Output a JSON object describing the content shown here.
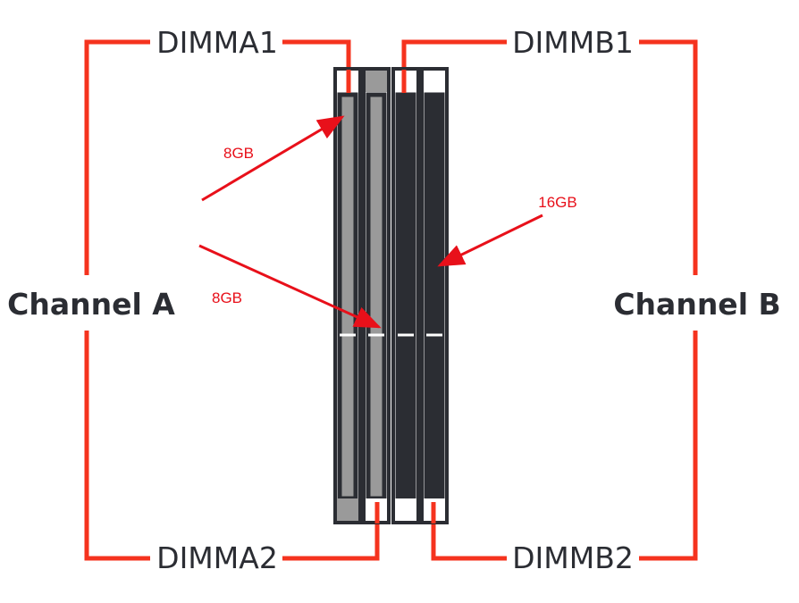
{
  "slots": {
    "a1": "DIMMA1",
    "a2": "DIMMA2",
    "b1": "DIMMB1",
    "b2": "DIMMB2"
  },
  "channels": {
    "a": "Channel A",
    "b": "Channel B"
  },
  "modules": {
    "a1_size": "8GB",
    "a2_size": "8GB",
    "b2_size": "16GB"
  },
  "colors": {
    "bracket": "#f5331e",
    "arrow": "#e8101a",
    "slot_dark": "#2b2d33",
    "slot_gray": "#9a9a9a",
    "text": "#2b2d33"
  }
}
